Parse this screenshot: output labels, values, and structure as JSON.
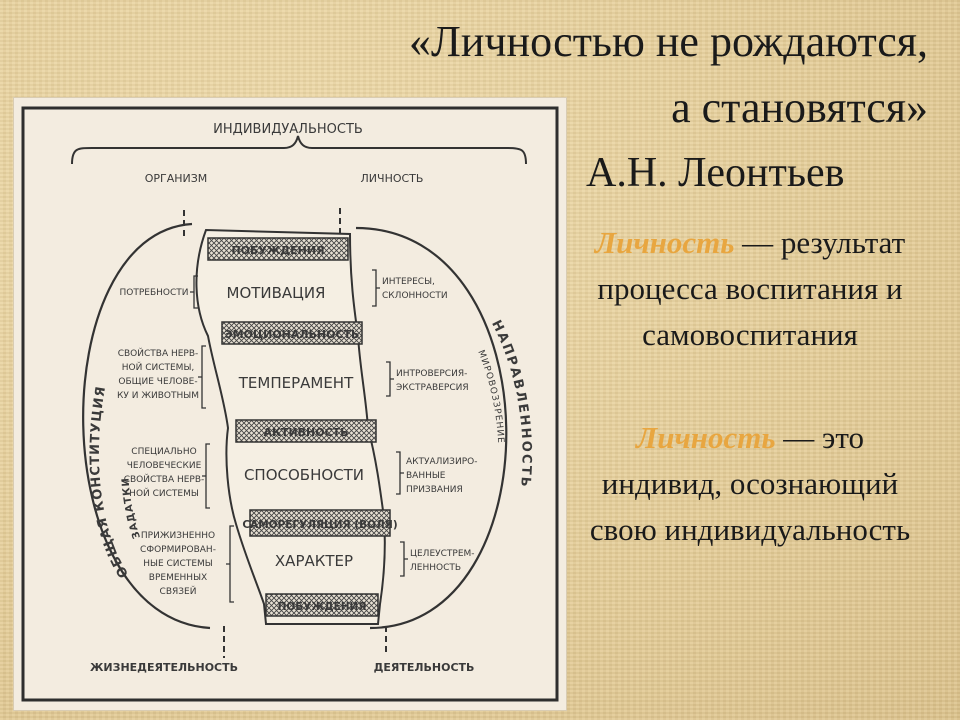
{
  "title": {
    "line1": "«Личностью не рождаются,",
    "line2": "а становятся»",
    "author": "А.Н. Леонтьев"
  },
  "definitions": [
    {
      "term": "Личность",
      "text": " —\nрезультат процесса воспитания и самовоспитания"
    },
    {
      "term": "Личность",
      "text": " — это индивид, осознающий свою индивидуальность"
    }
  ],
  "colors": {
    "term": "#e8a640",
    "background": "#e9d3a0",
    "diagram_paper": "#f3ece0"
  },
  "diagram": {
    "top_label": "ИНДИВИДУАЛЬНОСТЬ",
    "left_header": "ОРГАНИЗМ",
    "right_header": "ЛИЧНОСТЬ",
    "bottom_left": "ЖИЗНЕДЕЯТЕЛЬНОСТЬ",
    "bottom_right": "ДЕЯТЕЛЬНОСТЬ",
    "left_arc_1": "ОБЩАЯ КОНСТИТУЦИЯ",
    "left_arc_2": "ЗАДАТКИ",
    "right_arc_1": "НАПРАВЛЕННОСТЬ",
    "right_arc_2": "МИРОВОЗЗРЕНИЕ",
    "hatched": [
      "ПОБУЖДЕНИЯ",
      "ЭМОЦИОНАЛЬНОСТЬ",
      "АКТИВНОСТЬ",
      "САМОРЕГУЛЯЦИЯ (ВОЛЯ)",
      "ПОБУЖДЕНИЯ"
    ],
    "central": [
      "МОТИВАЦИЯ",
      "ТЕМПЕРАМЕНТ",
      "СПОСОБНОСТИ",
      "ХАРАКТЕР"
    ],
    "left_notes": [
      [
        "ПОТРЕБНОСТИ"
      ],
      [
        "СВОЙСТВА НЕРВ-",
        "НОЙ СИСТЕМЫ,",
        "ОБЩИЕ ЧЕЛОВЕ-",
        "КУ И ЖИВОТНЫМ"
      ],
      [
        "СПЕЦИАЛЬНО",
        "ЧЕЛОВЕЧЕСКИЕ",
        "СВОЙСТВА НЕРВ-",
        "НОЙ СИСТЕМЫ"
      ],
      [
        "ПРИЖИЗНЕННО",
        "СФОРМИРОВАН-",
        "НЫЕ СИСТЕМЫ",
        "ВРЕМЕННЫХ",
        "СВЯЗЕЙ"
      ]
    ],
    "right_notes": [
      [
        "ИНТЕРЕСЫ,",
        "СКЛОННОСТИ"
      ],
      [
        "ИНТРОВЕРСИЯ-",
        "ЭКСТРАВЕРСИЯ"
      ],
      [
        "АКТУАЛИЗИРО-",
        "ВАННЫЕ",
        "ПРИЗВАНИЯ"
      ],
      [
        "ЦЕЛЕУСТРЕМ-",
        "ЛЕННОСТЬ"
      ]
    ]
  }
}
